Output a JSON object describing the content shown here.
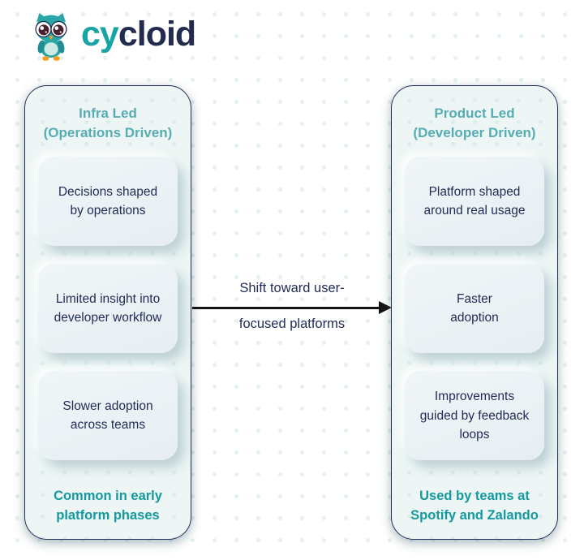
{
  "brand": {
    "name": "cycloid",
    "wordmark_teal": "cy",
    "wordmark_dark": "cloid",
    "mascot": "owl-mascot-icon"
  },
  "columns": {
    "left": {
      "title_line1": "Infra Led",
      "title_line2": "(Operations Driven)",
      "cards": [
        "Decisions shaped by operations",
        "Limited insight into developer workflow",
        "Slower adoption across teams"
      ],
      "footer": "Common in early platform phases"
    },
    "right": {
      "title_line1": "Product Led",
      "title_line2": "(Developer Driven)",
      "cards": [
        "Platform shaped around real usage",
        "Faster adoption",
        "Improvements guided by feedback loops"
      ],
      "footer": "Used by teams at Spotify and Zalando"
    }
  },
  "transition": {
    "label_line1": "Shift toward user-",
    "label_line2": "focused platforms"
  },
  "colors": {
    "logo_teal": "#18a3a4",
    "logo_navy": "#232c4e",
    "panel_title_teal": "#57adb3",
    "footer_teal": "#14999f",
    "navy_text": "#232c56",
    "panel_border": "#25305a",
    "panel_bg": "#edf6f5",
    "card_bg": "#e9f1f4",
    "arrow_black": "#141414",
    "owl_teal": "#2aa6a6",
    "owl_orange": "#f5a024"
  }
}
